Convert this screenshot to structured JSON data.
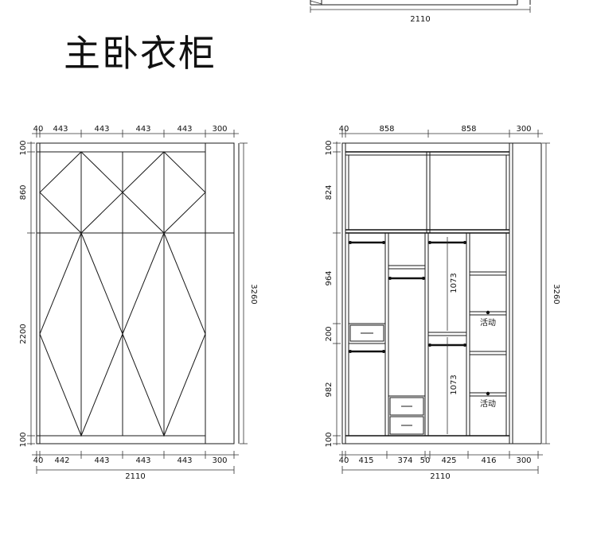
{
  "title": "主卧衣柜",
  "top_fragment": {
    "width": "2110"
  },
  "left_elevation": {
    "top_dims": [
      "40",
      "443",
      "443",
      "443",
      "443",
      "300"
    ],
    "bottom_dims": [
      "40",
      "442",
      "443",
      "443",
      "443",
      "300"
    ],
    "total_width": "2110",
    "left_dims": [
      "100",
      "860",
      "2200",
      "100"
    ],
    "right_height": "3260"
  },
  "right_elevation": {
    "top_dims": [
      "40",
      "858",
      "858",
      "300"
    ],
    "bottom_dims": [
      "40",
      "415",
      "374",
      "50",
      "425",
      "416",
      "300"
    ],
    "total_width": "2110",
    "left_dims": [
      "100",
      "824",
      "964",
      "200",
      "982",
      "100"
    ],
    "inner_dims": [
      "1073",
      "1073"
    ],
    "right_height": "3260",
    "notes": [
      "活动",
      "活动"
    ]
  }
}
